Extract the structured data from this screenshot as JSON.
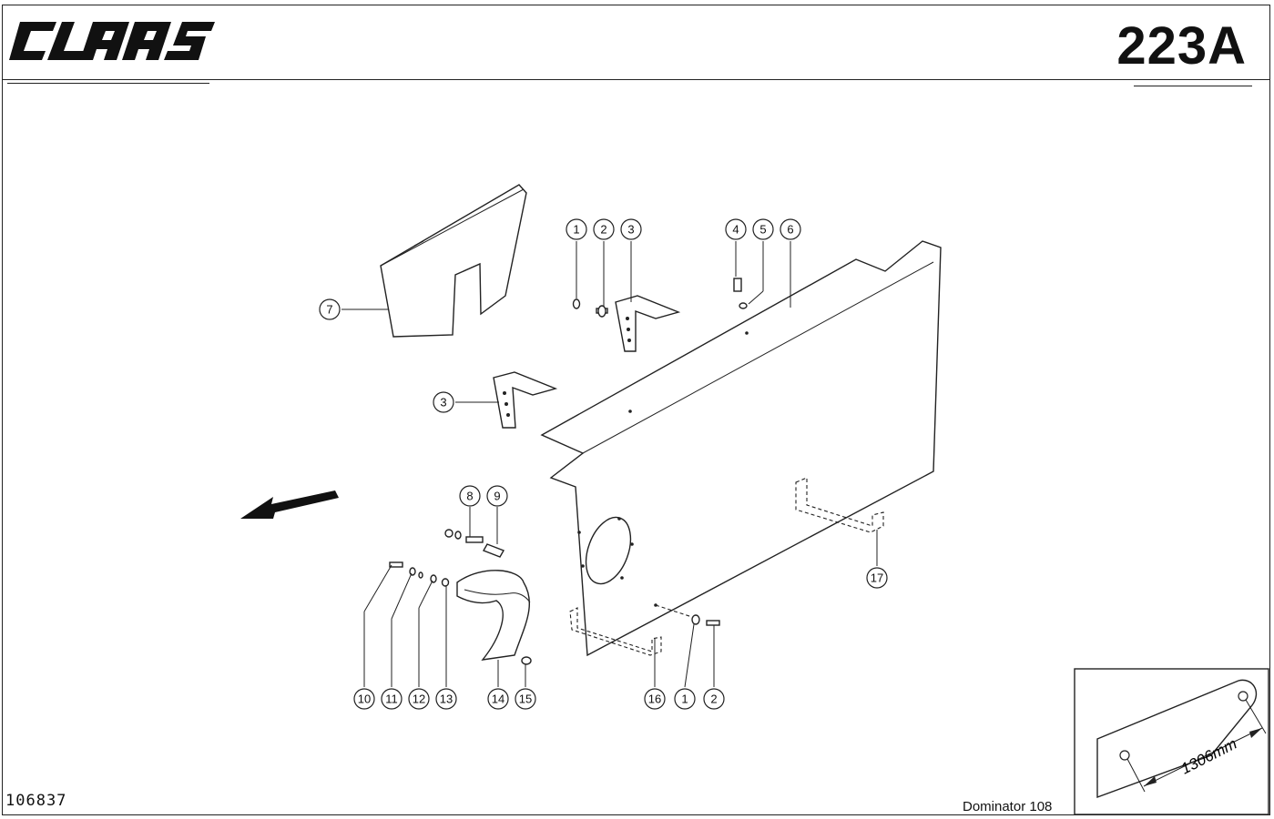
{
  "header": {
    "brand_logo_text": "CLAAS",
    "page_number": "223A"
  },
  "footer": {
    "document_number": "106837",
    "model": "Dominator 108"
  },
  "callouts": {
    "c1a": "1",
    "c2a": "2",
    "c3a": "3",
    "c4": "4",
    "c5": "5",
    "c6": "6",
    "c7": "7",
    "c3b": "3",
    "c8": "8",
    "c9": "9",
    "c10": "10",
    "c11": "11",
    "c12": "12",
    "c13": "13",
    "c14": "14",
    "c15": "15",
    "c16": "16",
    "c1b": "1",
    "c2b": "2",
    "c17": "17"
  },
  "inset": {
    "dimension": "1306mm"
  },
  "colors": {
    "ink": "#222222",
    "paper": "#ffffff"
  }
}
